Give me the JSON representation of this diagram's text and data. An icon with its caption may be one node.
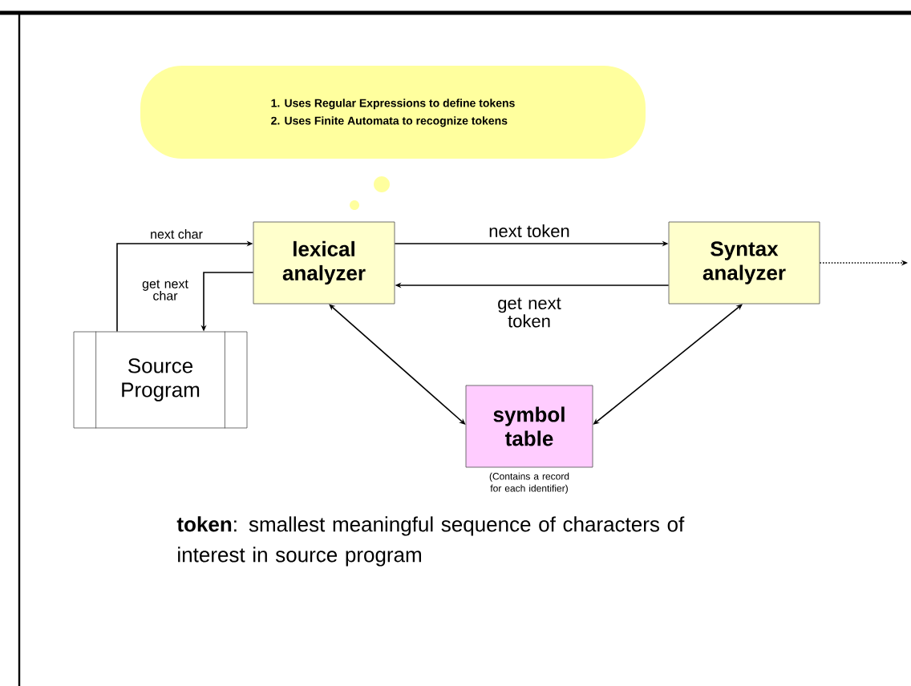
{
  "diagram": {
    "nodes": [
      {
        "text": [
          "1. Uses Regular Expressions to define tokens",
          "2. Uses Finite Automata to recognize tokens"
        ]
      },
      {
        "text": [
          "lexical analyzer"
        ]
      },
      {
        "text": [
          "Syntax analyzer"
        ]
      },
      {
        "text": [
          "Source Program"
        ]
      },
      {
        "text": [
          "symbol table"
        ],
        "beside": [
          "(Contains a record for each identifier)"
        ]
      }
    ],
    "edges": [
      {
        "from": 3,
        "to": 1,
        "arrow": "to",
        "label": "next char"
      },
      {
        "from": 1,
        "to": 3,
        "arrow": "to",
        "label": "get next char"
      },
      {
        "from": 1,
        "to": 2,
        "arrow": "to",
        "label": "next token"
      },
      {
        "from": 2,
        "to": 1,
        "arrow": "to",
        "label": "get next token"
      },
      {
        "from": 1,
        "to": 4,
        "arrow": "both"
      },
      {
        "from": 2,
        "to": 4,
        "arrow": "both"
      },
      {
        "from": 2,
        "to": null,
        "arrow": "to",
        "style": "dashed"
      }
    ],
    "labels": [
      "**token**: smallest meaningful sequence of characters of interest in source program"
    ]
  }
}
